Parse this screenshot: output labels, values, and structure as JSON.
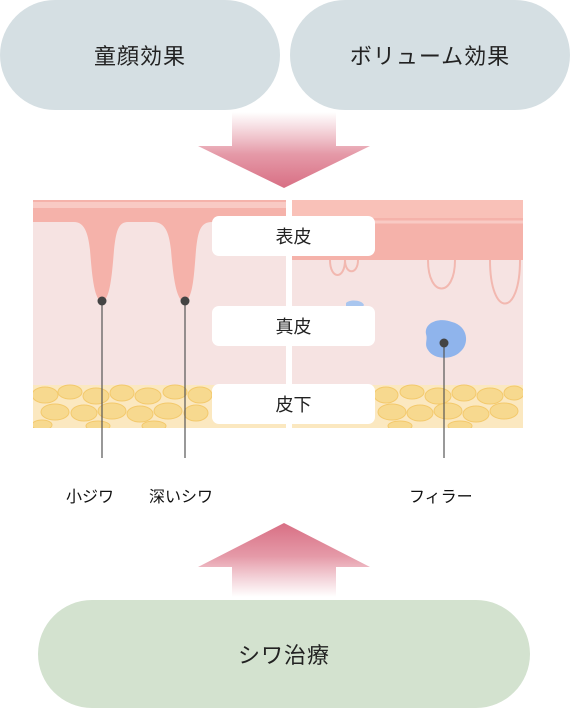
{
  "top": {
    "left_label": "童顔効果",
    "right_label": "ボリューム効果"
  },
  "layers": {
    "epidermis": "表皮",
    "dermis": "真皮",
    "subcutis": "皮下"
  },
  "callouts": {
    "small_wrinkle": "小ジワ",
    "deep_wrinkle": "深いシワ",
    "filler": "フィラー"
  },
  "bottom": {
    "label": "シワ治療"
  },
  "colors": {
    "pill_top": "#d5dfe3",
    "pill_bottom": "#d3e2cf",
    "arrow": "#d9768a",
    "epidermis": "#f5b2aa",
    "dermis": "#f6e3e2",
    "fat": "#f7d98f",
    "filler": "#8fb4ec"
  }
}
